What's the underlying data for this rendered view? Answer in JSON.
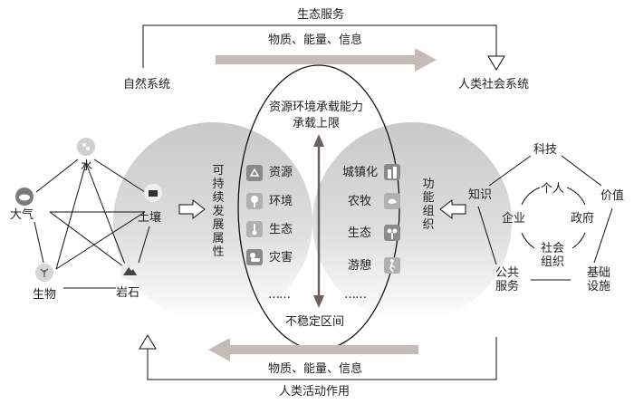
{
  "top": {
    "ecosystem_services": "生态服务",
    "flow_top": "物质、能量、信息",
    "natural_system": "自然系统",
    "human_system": "人类社会系统"
  },
  "bottom": {
    "flow_bottom": "物质、能量、信息",
    "human_activity": "人类活动作用"
  },
  "center": {
    "capacity_title": "资源环境承载能力",
    "capacity_upper": "承载上限",
    "unstable": "不稳定区间"
  },
  "left_attrs": {
    "title": "可持续发展属性",
    "items": [
      "资源",
      "环境",
      "生态",
      "灾害"
    ],
    "ellipsis": "……"
  },
  "right_funcs": {
    "title": "功能组织",
    "items": [
      "城镇化",
      "农牧",
      "生态",
      "游憩"
    ],
    "ellipsis": "……"
  },
  "nature": {
    "water": "水",
    "air": "大气",
    "soil": "土壤",
    "biology": "生物",
    "rock": "岩石"
  },
  "society": {
    "tech": "科技",
    "knowledge": "知识",
    "value": "价值",
    "individual": "个人",
    "enterprise": "企业",
    "government": "政府",
    "social_org": "社会组织",
    "public_service": "公共服务",
    "infrastructure": "基础设施"
  },
  "colors": {
    "arrow_fill": "#c6bbb5",
    "icon_gray": "#8a8a8a",
    "shade": "#c8c8c8"
  }
}
